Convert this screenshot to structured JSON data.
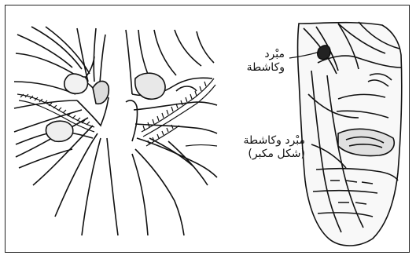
{
  "labels": {
    "file_scraper_top": {
      "line1": "مبْرد",
      "line2": "وكاشطة"
    },
    "file_scraper_mid": {
      "line1": "مبْرد وكاشطة",
      "line2": "(شكل مكبر)"
    }
  },
  "colors": {
    "ink": "#111111",
    "background": "#ffffff",
    "border": "#222222"
  }
}
